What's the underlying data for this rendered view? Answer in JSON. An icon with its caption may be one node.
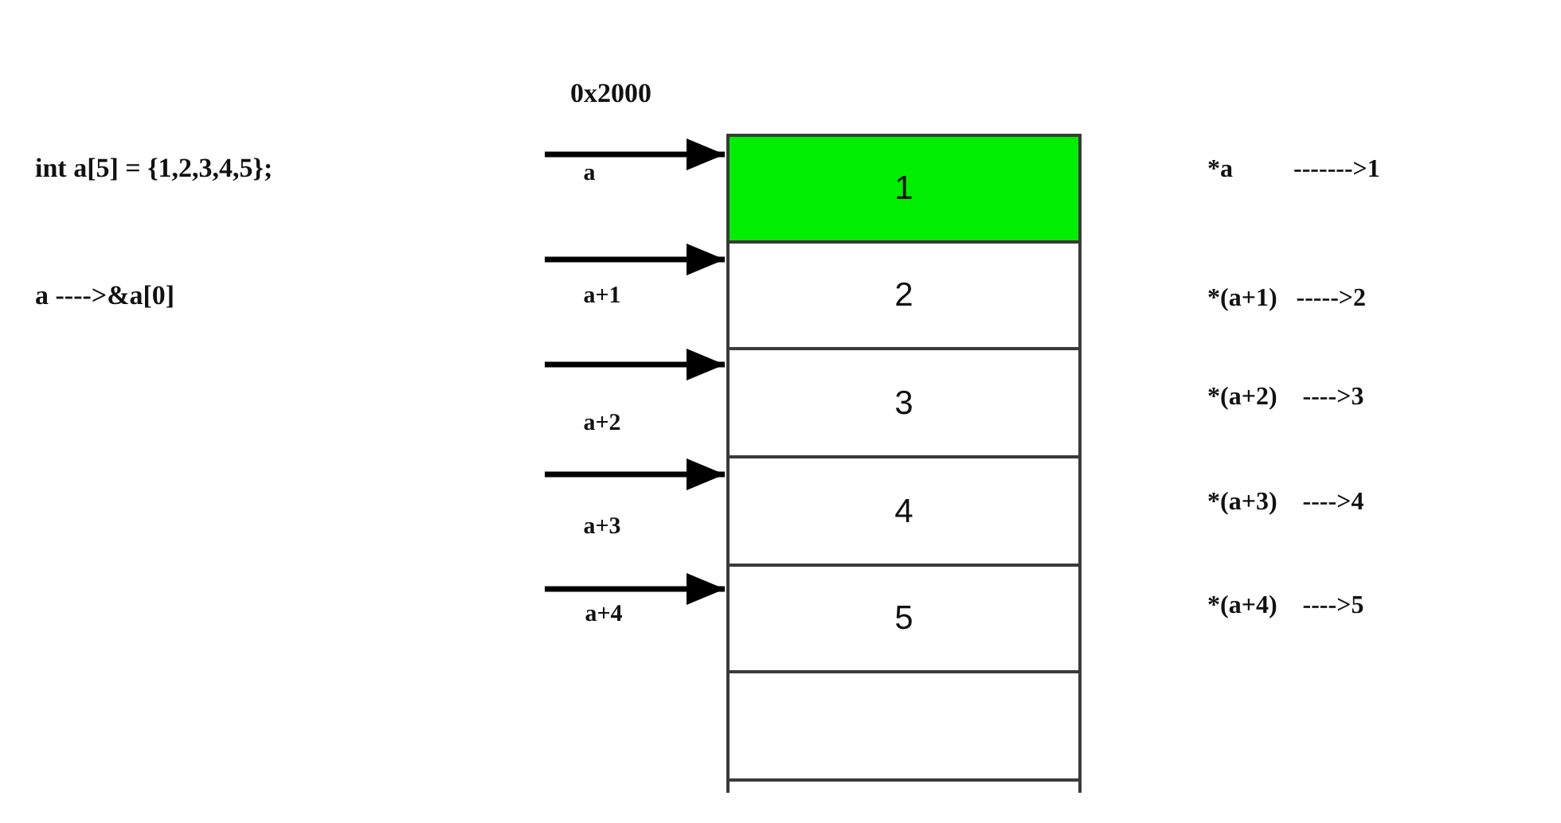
{
  "diagram": {
    "nodes": [
      {
        "text": [
          "1"
        ]
      },
      {
        "text": [
          "2"
        ]
      },
      {
        "text": [
          "3"
        ]
      },
      {
        "text": [
          "4"
        ]
      },
      {
        "text": [
          "5"
        ]
      },
      {
        "text": [],
        "shape": "box"
      },
      {
        "text": [],
        "shape": "box"
      }
    ],
    "edges": [
      {
        "from": null,
        "to": 0,
        "arrow": "to",
        "label": "a"
      },
      {
        "from": null,
        "to": 1,
        "arrow": "to",
        "label": "a+1"
      },
      {
        "from": null,
        "to": 2,
        "arrow": "to",
        "label": "a+2"
      },
      {
        "from": null,
        "to": 3,
        "arrow": "to",
        "label": "a+3"
      },
      {
        "from": null,
        "to": 4,
        "arrow": "to",
        "label": "a+4"
      }
    ],
    "labels": [
      "0x2000",
      "int a[5] = {1,2,3,4,5};",
      "*a ------->1",
      "a ---->&a[0]",
      "*(a+1) ----->2",
      "*(a+2) ---->3",
      "*(a+3) ---->4",
      "*(a+4) ---->5"
    ]
  }
}
